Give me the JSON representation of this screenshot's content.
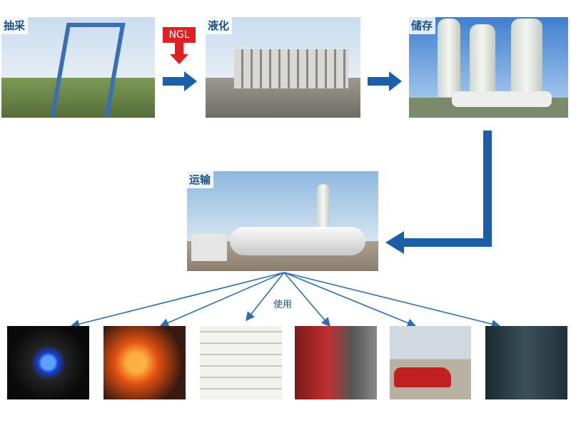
{
  "stages": {
    "extraction": "抽采",
    "liquefaction": "液化",
    "storage": "储存",
    "transport": "运输",
    "usage": "使用"
  },
  "ngl_label": "NGL",
  "colors": {
    "arrow": "#1a5fa8",
    "ngl": "#e02020",
    "fan": "#2a6fb0"
  }
}
